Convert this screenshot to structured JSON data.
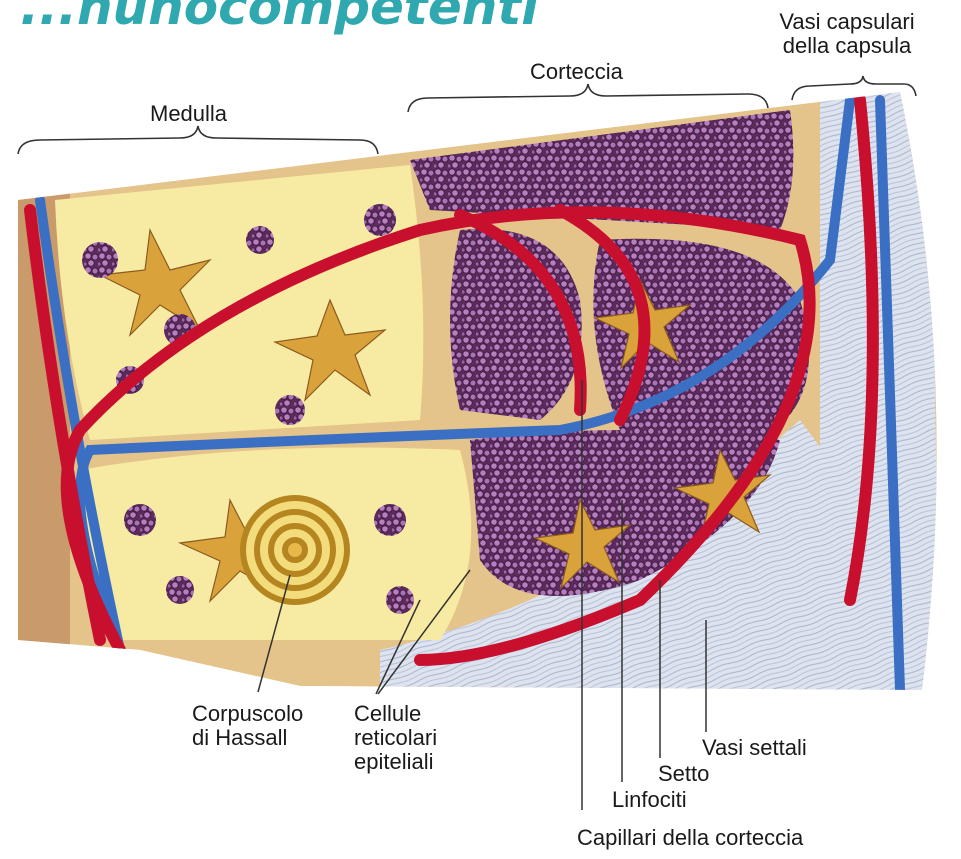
{
  "banner_text": "...nunocompetenti",
  "labels": {
    "medulla": "Medulla",
    "corteccia": "Corteccia",
    "vasi_capsulari": [
      "Vasi capsulari",
      "della capsula"
    ],
    "corpuscolo": [
      "Corpuscolo",
      "di Hassall"
    ],
    "cellule_reticolari": [
      "Cellule",
      "reticolari",
      "epiteliali"
    ],
    "vasi_settali": "Vasi settali",
    "setto": "Setto",
    "linfociti": "Linfociti",
    "capillari": "Capillari della corteccia"
  },
  "colors": {
    "banner": "#2fa8b0",
    "medulla_bg": "#f7eba3",
    "cortex_cells": "#7a3f78",
    "reticular_cells": "#d9a23b",
    "artery": "#c8102e",
    "vein": "#3b6fc4",
    "capsule": "#dde3ef"
  }
}
